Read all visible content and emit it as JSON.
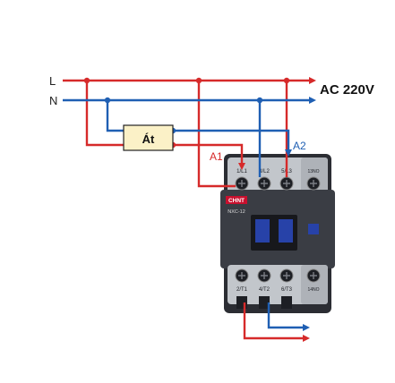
{
  "lines": {
    "l_label": "L",
    "n_label": "N"
  },
  "supply": {
    "label": "AC 220V"
  },
  "breaker": {
    "label": "Át"
  },
  "coil": {
    "a1_label": "A1",
    "a2_label": "A2"
  },
  "contactor": {
    "brand": "CHNT",
    "model": "NXC-12",
    "top_terminals": [
      "1/L1",
      "3/L2",
      "5/L3",
      "13NO"
    ],
    "bottom_terminals": [
      "2/T1",
      "4/T2",
      "6/T3",
      "14NO"
    ]
  },
  "colors": {
    "live": "#d62a2a",
    "neutral": "#1f5fb3",
    "body": "#3a3d44",
    "body_dark": "#2b2d33",
    "plate": "#bfc3c8",
    "brand_bg": "#c8102e",
    "armature": "#2742a8",
    "breaker_fill": "#fbf1c7",
    "breaker_border": "#222222"
  }
}
